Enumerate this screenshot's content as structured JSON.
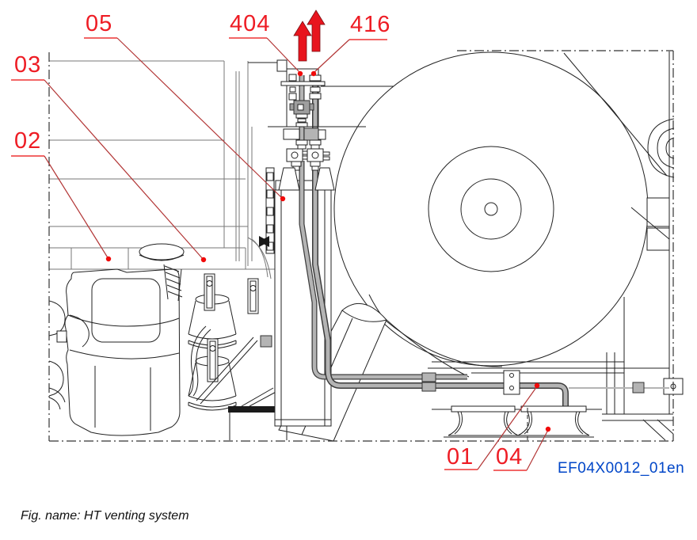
{
  "figure": {
    "caption": "Fig. name: HT venting system",
    "drawing_number": "EF04X0012_01en"
  },
  "callouts": {
    "c05": "05",
    "c404": "404",
    "c416": "416",
    "c03": "03",
    "c02": "02",
    "c01": "01",
    "c04": "04"
  },
  "arrows": {
    "count": 2,
    "direction": "up",
    "meaning": "venting flow out",
    "color": "#e8151e"
  },
  "icons": {
    "up_arrow_icon": "solid red upward arrow (SVG polygon)"
  },
  "colors": {
    "callout_red": "#ee1c24",
    "leader_red": "#b23535",
    "dot_red": "#f10a0a",
    "arrow_red": "#e8151e",
    "drawing_number_blue": "#0046c8",
    "caption_black": "#111111",
    "line_dark": "#222222",
    "line_gray": "#777777",
    "pipe_gray": "#b4b4b4",
    "fitting_gray": "#9e9e9e",
    "background": "#ffffff"
  }
}
